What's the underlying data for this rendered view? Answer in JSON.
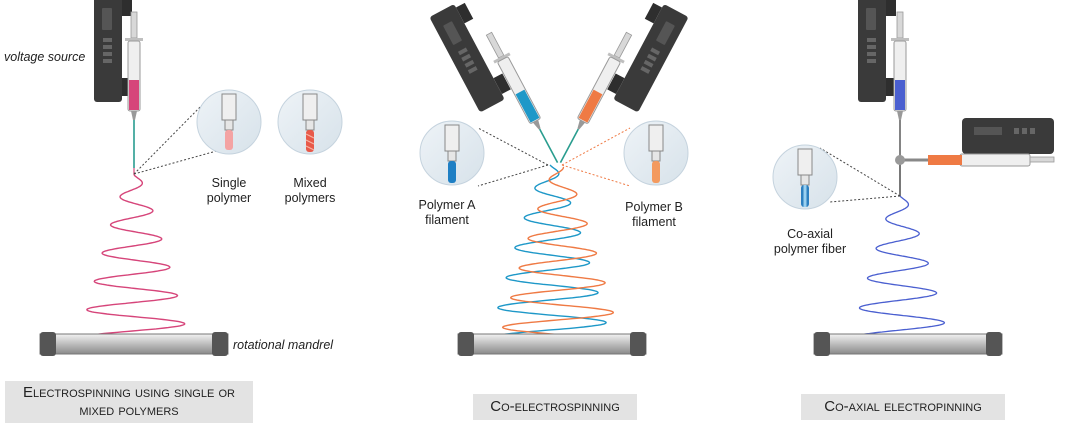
{
  "labels": {
    "voltage_source": "voltage source",
    "rotational_mandrel": "rotational mandrel",
    "single_polymer": "Single\npolymer",
    "mixed_polymers": "Mixed\npolymers",
    "polymer_a": "Polymer A\nfilament",
    "polymer_b": "Polymer B\nfilament",
    "coaxial_fiber": "Co-axial\npolymer fiber"
  },
  "captions": {
    "single_mixed": "Electrospinning using single or\nmixed polymers",
    "co_electrospinning": "Co-electrospinning",
    "co_axial": "Co-axial electropinning"
  },
  "colors": {
    "pink_fiber": "#d6457a",
    "blue_fiber": "#1e98c8",
    "orange_fiber": "#ef7a44",
    "coaxial_fiber": "#4a5fd0",
    "pump_body": "#3a3a3a",
    "caption_bg": "#e3e3e3"
  }
}
